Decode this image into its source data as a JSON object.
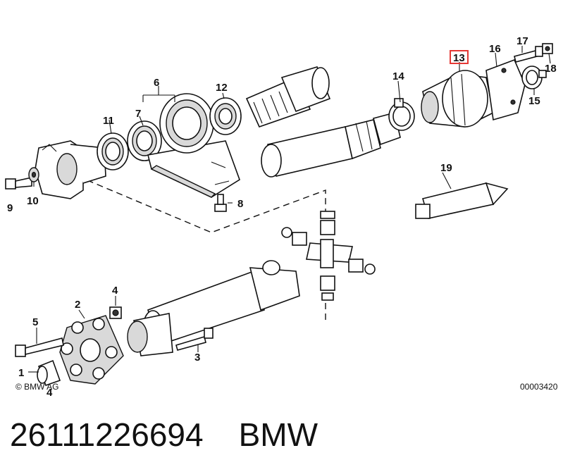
{
  "diagram": {
    "callouts": {
      "c1": "1",
      "c2": "2",
      "c3": "3",
      "c4": "4",
      "c5": "5",
      "c6": "6",
      "c7": "7",
      "c8": "8",
      "c9": "9",
      "c10": "10",
      "c11": "11",
      "c12": "12",
      "c13": "13",
      "c14": "14",
      "c15": "15",
      "c16": "16",
      "c17": "17",
      "c18": "18",
      "c19": "19"
    },
    "highlight_callout": "13",
    "highlight_color": "#e53935",
    "copyright": "© BMW AG",
    "image_code": "00003420"
  },
  "footer": {
    "part_number": "26111226694",
    "brand": "BMW"
  }
}
